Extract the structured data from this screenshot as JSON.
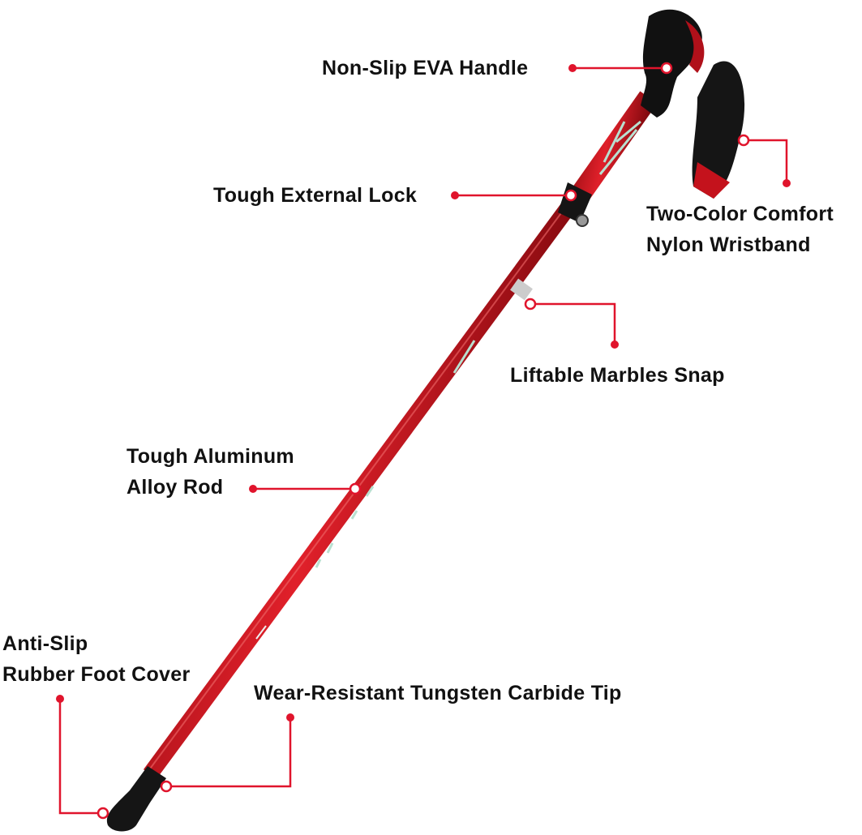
{
  "colors": {
    "accent": "#e0142c",
    "pole_red": "#c4121c",
    "rubber": "#151515",
    "text": "#111111"
  },
  "callouts": [
    {
      "id": "handle",
      "lines": [
        "Non-Slip EVA Handle"
      ]
    },
    {
      "id": "lock",
      "lines": [
        "Tough External Lock"
      ]
    },
    {
      "id": "wristband",
      "lines": [
        "Two-Color Comfort",
        "Nylon Wristband"
      ]
    },
    {
      "id": "snap",
      "lines": [
        "Liftable Marbles Snap"
      ]
    },
    {
      "id": "rod",
      "lines": [
        "Tough Aluminum",
        "Alloy Rod"
      ]
    },
    {
      "id": "foot",
      "lines": [
        "Anti-Slip",
        "Rubber Foot Cover"
      ]
    },
    {
      "id": "tip",
      "lines": [
        "Wear-Resistant Tungsten Carbide Tip"
      ]
    }
  ]
}
